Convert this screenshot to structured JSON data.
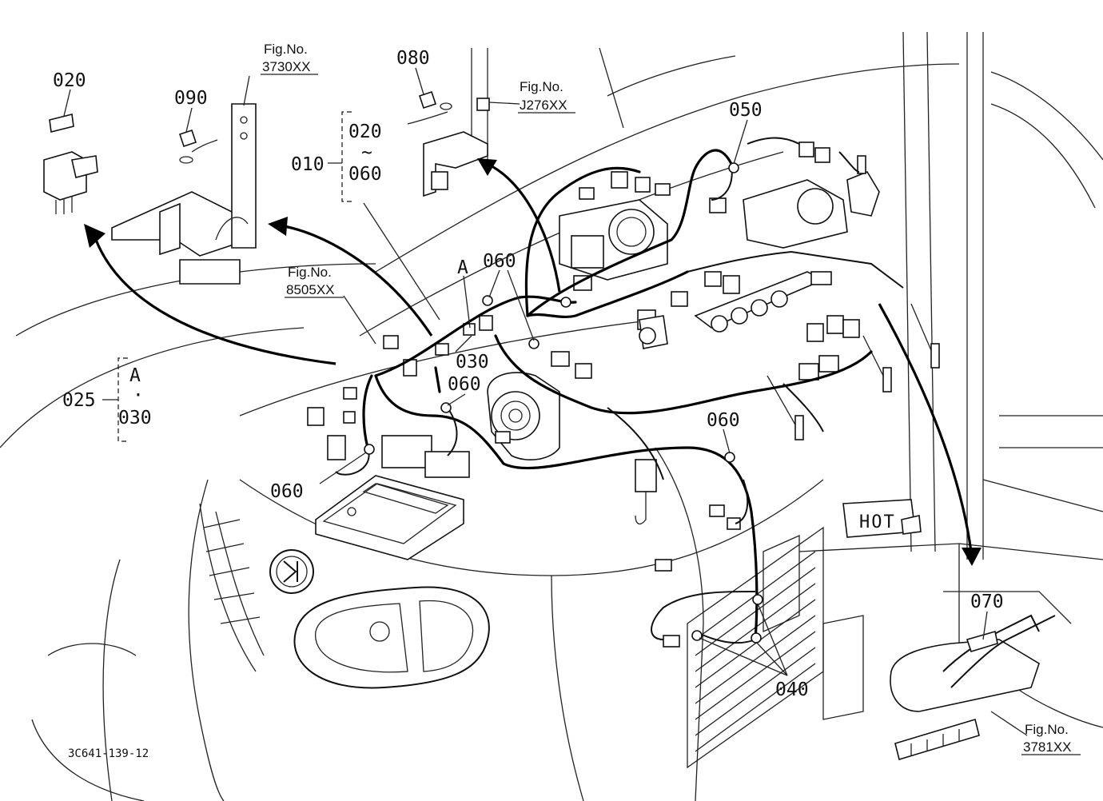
{
  "callouts": {
    "c020": "020",
    "c090": "090",
    "c080": "080",
    "c050": "050",
    "c010": "010",
    "c020_range": "020",
    "tilde": "~",
    "c060_range": "060",
    "cA_top": "A",
    "c060_a": "060",
    "c030": "030",
    "c060_b": "060",
    "c025": "025",
    "cA_group": "A",
    "dot": "·",
    "c030_group": "030",
    "c060_c": "060",
    "c060_d": "060",
    "c040": "040",
    "c070": "070"
  },
  "figure_refs": {
    "fig_3730": {
      "caption": "Fig.No.",
      "number": "3730XX"
    },
    "fig_j276": {
      "caption": "Fig.No.",
      "number": "J276XX"
    },
    "fig_8505": {
      "caption": "Fig.No.",
      "number": "8505XX"
    },
    "fig_3781": {
      "caption": "Fig.No.",
      "number": "3781XX"
    }
  },
  "hot_label": "HOT",
  "drawing_code": "3C641-139-12",
  "icons": [
    "fuse-icon",
    "relay-icon",
    "ecu-icon",
    "injection-pump-icon",
    "throttle-body-icon",
    "sensor-icon",
    "bolt-icon",
    "clamp-icon",
    "connector-icon",
    "radiator-icon",
    "headlight-icon",
    "emblem-icon"
  ],
  "colors": {
    "ink": "#000000",
    "paper": "#ffffff"
  }
}
